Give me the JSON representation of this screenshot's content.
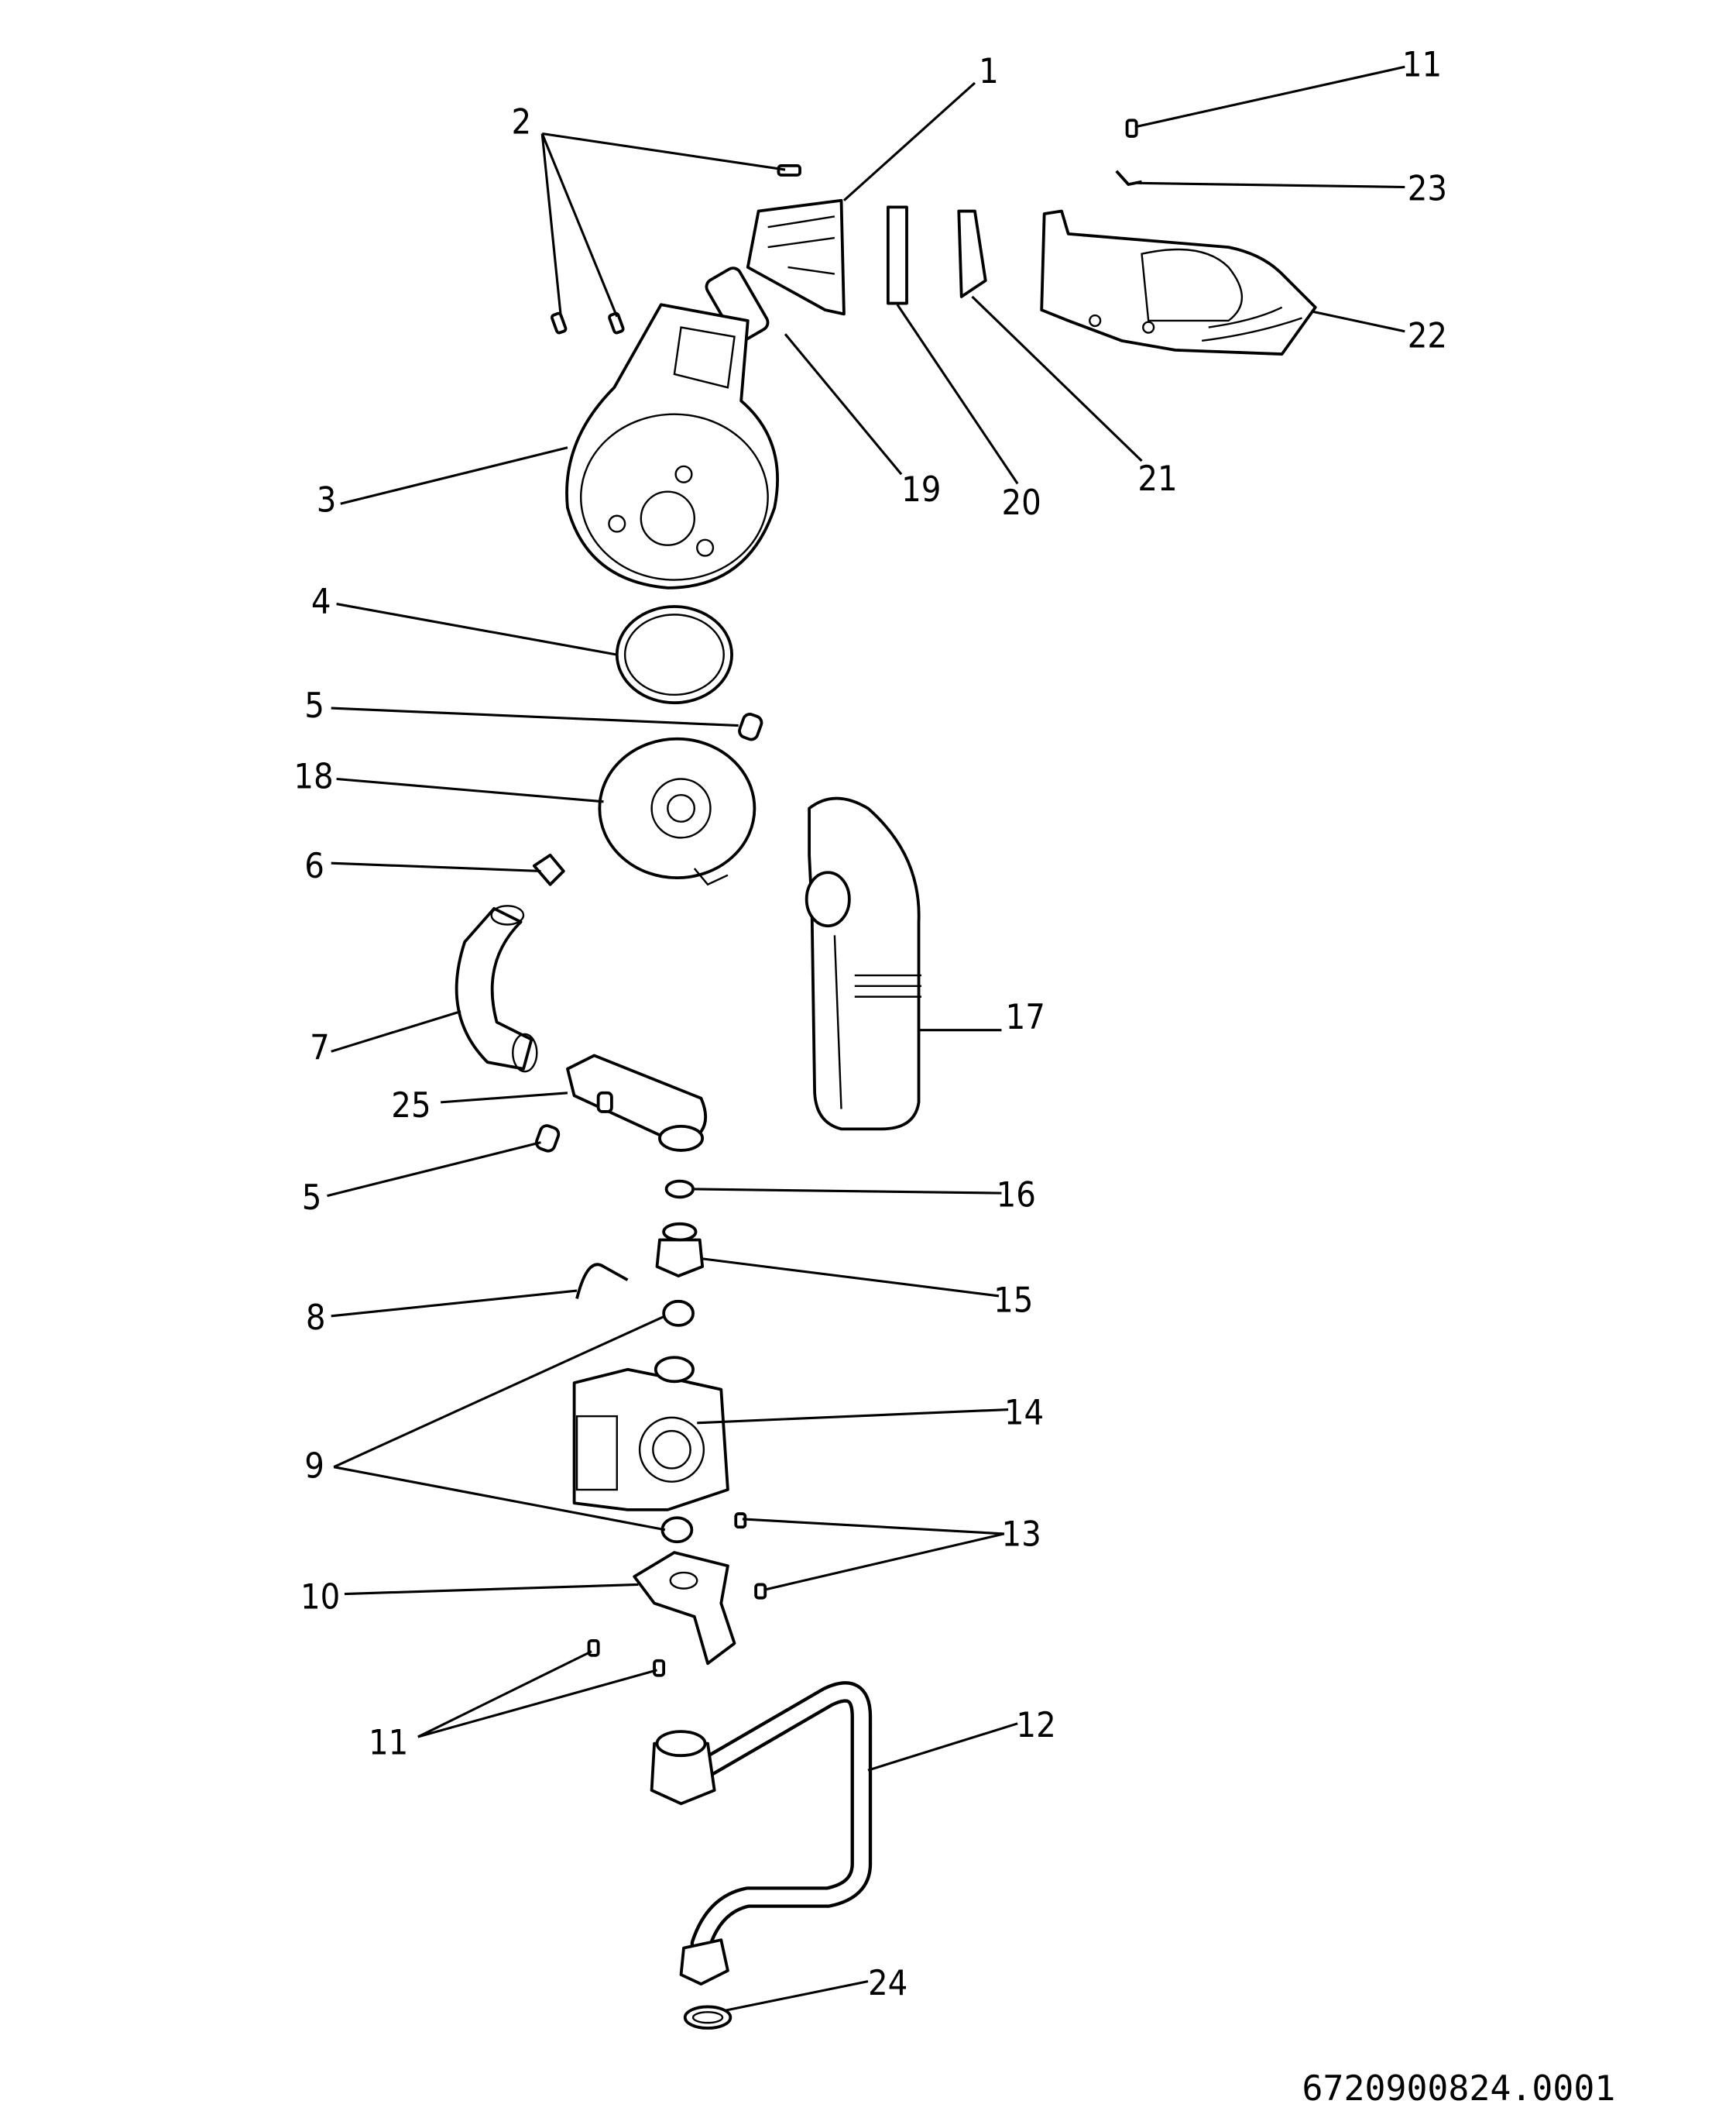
{
  "diagram": {
    "title_code": "6720900824.0001",
    "callouts": [
      {
        "id": "1"
      },
      {
        "id": "2"
      },
      {
        "id": "3"
      },
      {
        "id": "4"
      },
      {
        "id": "5a",
        "text": "5"
      },
      {
        "id": "5b",
        "text": "5"
      },
      {
        "id": "6"
      },
      {
        "id": "7"
      },
      {
        "id": "8"
      },
      {
        "id": "9"
      },
      {
        "id": "10"
      },
      {
        "id": "11a",
        "text": "11"
      },
      {
        "id": "11b",
        "text": "11"
      },
      {
        "id": "12"
      },
      {
        "id": "13"
      },
      {
        "id": "14"
      },
      {
        "id": "15"
      },
      {
        "id": "16"
      },
      {
        "id": "17"
      },
      {
        "id": "18"
      },
      {
        "id": "19"
      },
      {
        "id": "20"
      },
      {
        "id": "21"
      },
      {
        "id": "22"
      },
      {
        "id": "23"
      },
      {
        "id": "24"
      },
      {
        "id": "25"
      }
    ],
    "labels": {
      "l1": "1",
      "l2": "2",
      "l3": "3",
      "l4": "4",
      "l5a": "5",
      "l5b": "5",
      "l6": "6",
      "l7": "7",
      "l8": "8",
      "l9": "9",
      "l10": "10",
      "l11a": "11",
      "l11b": "11",
      "l12": "12",
      "l13": "13",
      "l14": "14",
      "l15": "15",
      "l16": "16",
      "l17": "17",
      "l18": "18",
      "l19": "19",
      "l20": "20",
      "l21": "21",
      "l22": "22",
      "l23": "23",
      "l24": "24",
      "l25": "25"
    }
  }
}
